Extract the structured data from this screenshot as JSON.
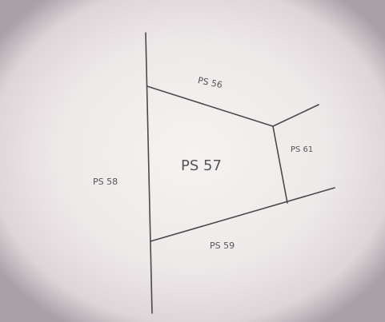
{
  "labels": {
    "ps56": "PS 56",
    "ps57": "PS 57",
    "ps58": "PS 58",
    "ps59": "PS 59",
    "ps61": "PS 61"
  },
  "colors": {
    "paper": "#f2eeee",
    "ink": "#4a4a4a",
    "label": "#555555"
  }
}
